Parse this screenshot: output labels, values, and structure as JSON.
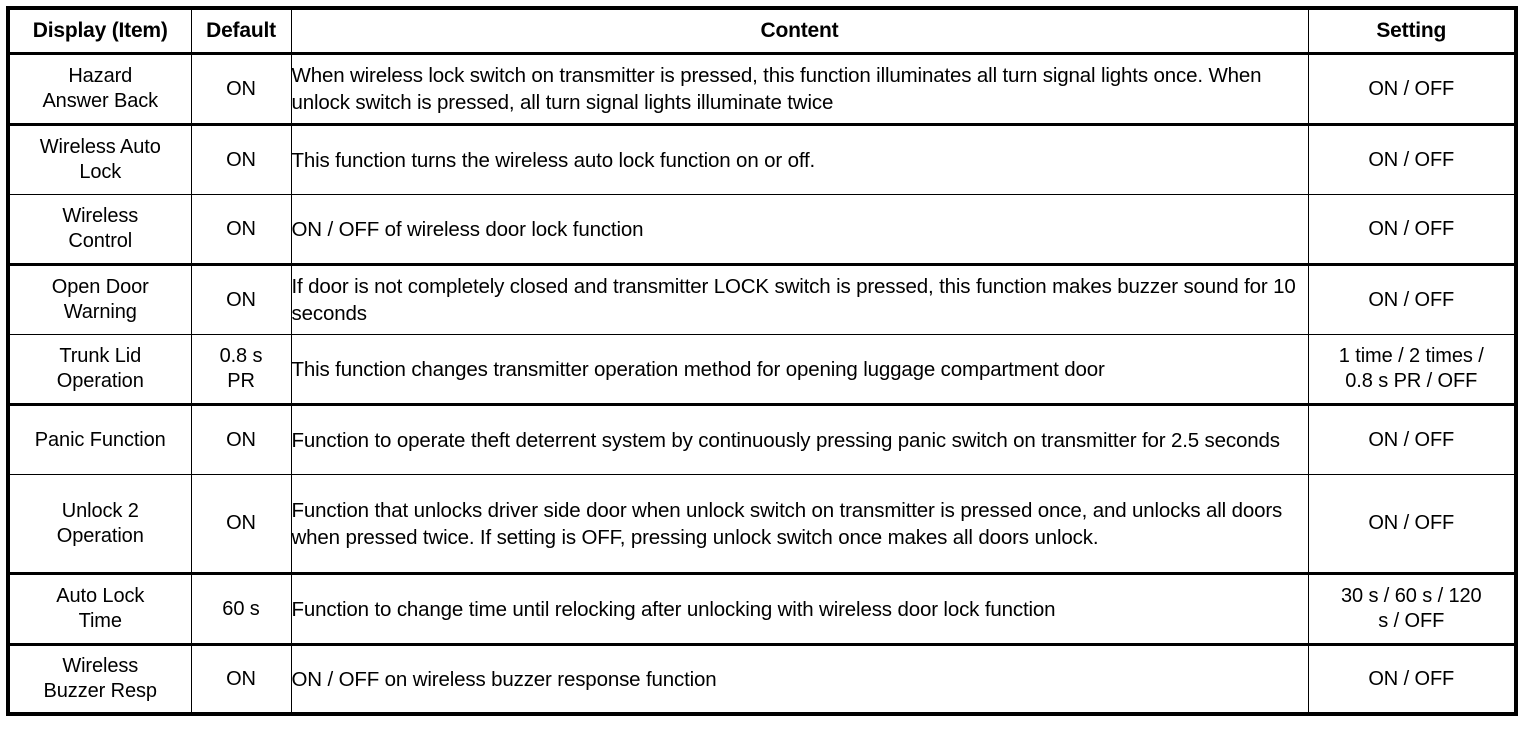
{
  "table": {
    "headers": {
      "item": "Display (Item)",
      "default": "Default",
      "content": "Content",
      "setting": "Setting"
    },
    "rows": [
      {
        "item": "Hazard\nAnswer Back",
        "default": "ON",
        "content": "When wireless lock switch on transmitter is pressed, this function illuminates all turn signal lights once. When unlock switch is pressed, all turn signal lights illuminate twice",
        "setting": "ON / OFF"
      },
      {
        "item": "Wireless Auto\nLock",
        "default": "ON",
        "content": "This function turns the wireless auto lock function on or off.",
        "setting": "ON / OFF"
      },
      {
        "item": "Wireless\nControl",
        "default": "ON",
        "content": "ON / OFF of wireless door lock function",
        "setting": "ON / OFF"
      },
      {
        "item": "Open Door\nWarning",
        "default": "ON",
        "content": "If door is not completely closed and transmitter LOCK switch is pressed, this function makes buzzer sound for 10 seconds",
        "setting": "ON / OFF"
      },
      {
        "item": "Trunk Lid\nOperation",
        "default": "0.8 s\nPR",
        "content": "This function changes transmitter operation method for opening luggage compartment door",
        "setting": "1 time / 2 times /\n0.8 s PR / OFF"
      },
      {
        "item": "Panic Function",
        "default": "ON",
        "content": "Function to operate theft deterrent system by continuously pressing panic switch on transmitter for 2.5 seconds",
        "setting": "ON / OFF"
      },
      {
        "item": "Unlock 2\nOperation",
        "default": "ON",
        "content": "Function that unlocks driver side door when unlock switch on transmitter is pressed once, and unlocks all doors when pressed twice. If setting is OFF, pressing unlock switch once makes all doors unlock.",
        "setting": "ON / OFF"
      },
      {
        "item": "Auto Lock\nTime",
        "default": "60 s",
        "content": "Function to change time until relocking after unlocking with wireless door lock function",
        "setting": "30 s / 60 s / 120\ns / OFF"
      },
      {
        "item": "Wireless\nBuzzer Resp",
        "default": "ON",
        "content": "ON / OFF on wireless buzzer response function",
        "setting": "ON / OFF"
      }
    ]
  }
}
